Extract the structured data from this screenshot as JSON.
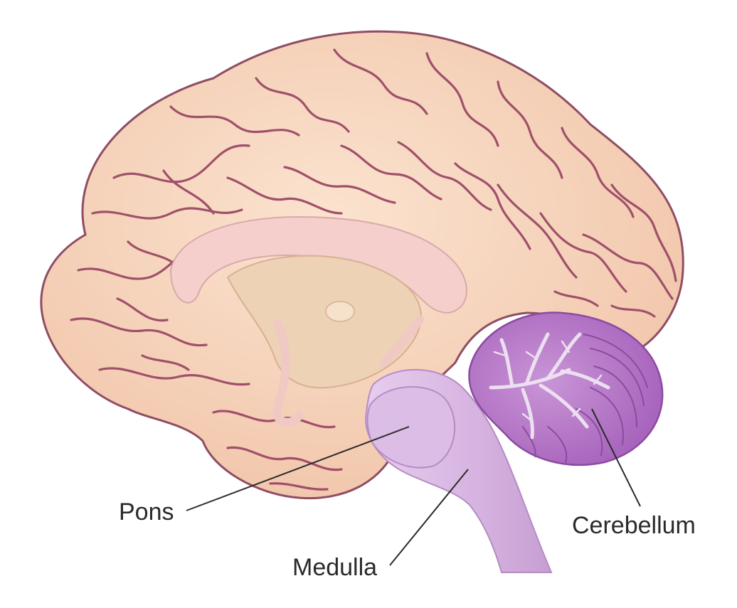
{
  "labels": {
    "pons": "Pons",
    "medulla": "Medulla",
    "cerebellum": "Cerebellum"
  },
  "colors": {
    "cortex_fill": "#f6d3ba",
    "cortex_light": "#fbe3cf",
    "cortex_sulcus": "#a0506a",
    "cortex_edge": "#8f4d63",
    "corpus_callosum": "#f4cfcc",
    "thalamus": "#edd2b5",
    "brainstem": "#d8b6e2",
    "brainstem_dark": "#c59bd4",
    "cerebellum": "#b979c9",
    "cerebellum_dark": "#9a56ad",
    "arbor_vitae": "#ece0f0",
    "leader_line": "#2a2a2a"
  }
}
